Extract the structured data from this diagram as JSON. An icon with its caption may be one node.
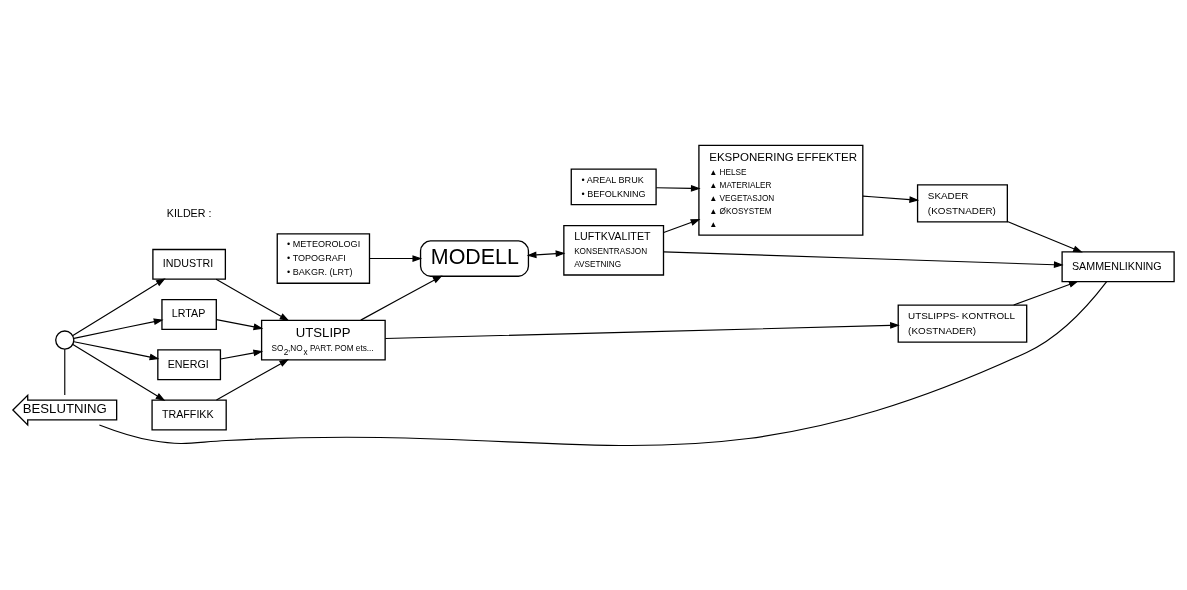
{
  "diagram": {
    "nodes": [
      {
        "text": [
          "• METEOROLOGI",
          "• TOPOGRAFI",
          "• BAKGR. (LRT)"
        ]
      },
      {
        "text": [
          "• AREAL BRUK",
          "• BEFOLKNING"
        ]
      },
      {
        "text": [
          "EKSPONERING EFFEKTER",
          "▲ HELSE",
          "▲ MATERIALER",
          "▲ VEGETASJON",
          "▲ ØKOSYSTEM",
          "▲"
        ]
      },
      {
        "text": [
          "MODELL"
        ]
      },
      {
        "text": [
          "LUFTKVALITET",
          "KONSENTRASJON",
          "AVSETNING"
        ]
      },
      {
        "text": [
          "ENERGI"
        ]
      },
      {
        "text": [
          "TRAFFIKK"
        ]
      },
      {
        "text": [
          "INDUSTRI"
        ]
      },
      {
        "text": [
          "LRTAP"
        ]
      },
      {
        "text": [],
        "shape": "circle"
      },
      {
        "text": [
          "UTSLIPP",
          "SO$_{2}$,NO$_{x}$ PART. POM ets..."
        ]
      },
      {
        "text": [
          "UTSLIPPS- KONTROLL",
          "(KOSTNADER)"
        ]
      },
      {
        "text": [
          "SAMMENLIKNING"
        ]
      },
      {
        "text": [
          "SKADER",
          "(KOSTNADER)"
        ]
      },
      {
        "text": [
          "BESLUTNING"
        ]
      }
    ],
    "edges": [
      {
        "from": 0,
        "to": 3,
        "arrow": "to"
      },
      {
        "from": 1,
        "to": 2,
        "arrow": "to"
      },
      {
        "from": 3,
        "to": 4,
        "arrow": "both"
      },
      {
        "from": 4,
        "to": 2,
        "arrow": "to"
      },
      {
        "from": 4,
        "to": 12,
        "arrow": "to"
      },
      {
        "from": 2,
        "to": 13,
        "arrow": "to"
      },
      {
        "from": 9,
        "to": 5,
        "arrow": "to"
      },
      {
        "from": 9,
        "to": 6,
        "arrow": "to"
      },
      {
        "from": 9,
        "to": 7,
        "arrow": "to"
      },
      {
        "from": 9,
        "to": 8,
        "arrow": "to"
      },
      {
        "from": 5,
        "to": 10,
        "arrow": "to"
      },
      {
        "from": 6,
        "to": 10,
        "arrow": "to"
      },
      {
        "from": 7,
        "to": 10,
        "arrow": "to"
      },
      {
        "from": 8,
        "to": 10,
        "arrow": "to"
      },
      {
        "from": 10,
        "to": 3,
        "arrow": "to"
      },
      {
        "from": 10,
        "to": 11,
        "arrow": "to"
      },
      {
        "from": 11,
        "to": 12,
        "arrow": "to"
      },
      {
        "from": 13,
        "to": 12,
        "arrow": "to"
      },
      {
        "from": 12,
        "to": 14,
        "arrow": "none"
      },
      {
        "from": 14,
        "to": 9,
        "arrow": "none"
      }
    ],
    "labels": [
      "KILDER :"
    ]
  }
}
